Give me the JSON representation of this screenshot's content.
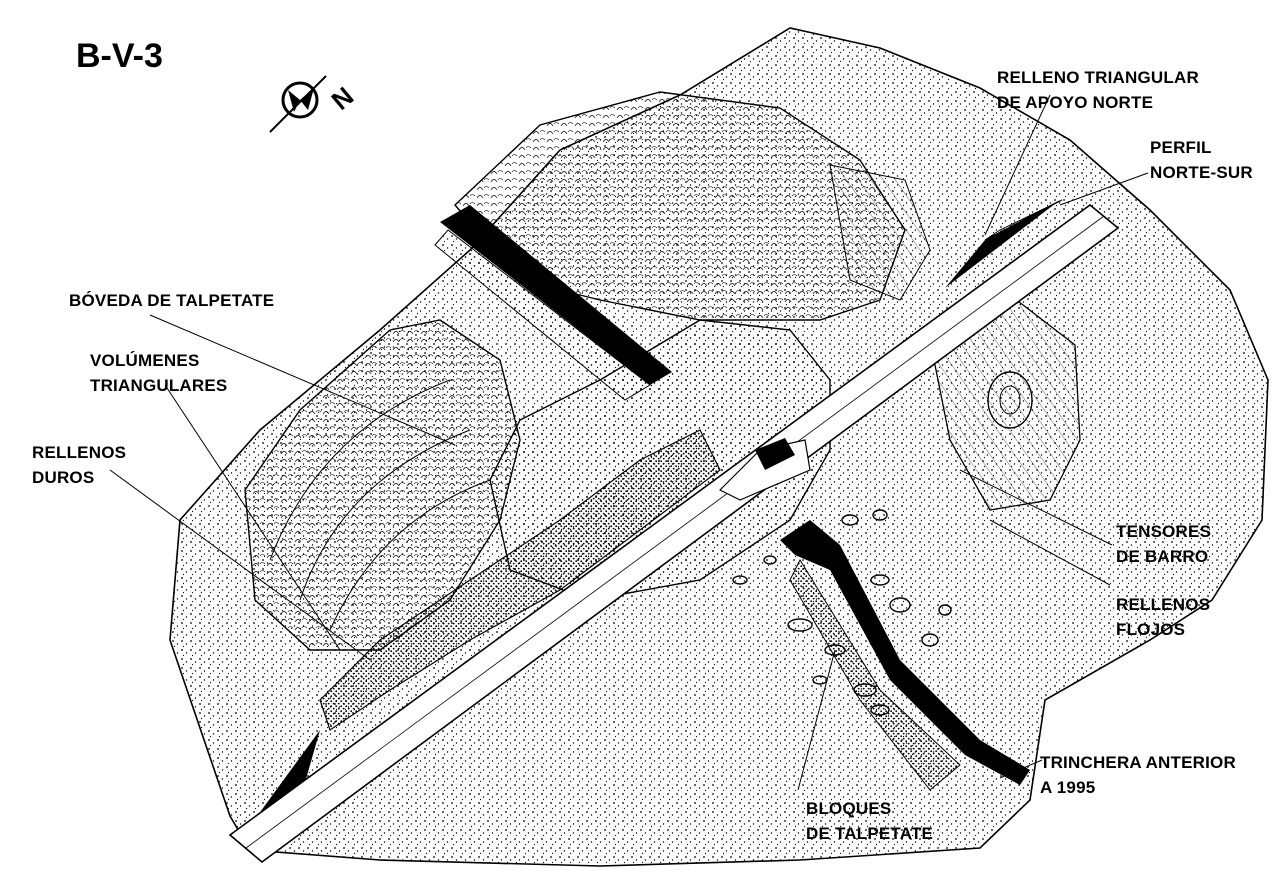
{
  "title": "B-V-3",
  "north_arrow": {
    "letter": "N",
    "icon": "north-arrow-icon"
  },
  "labels": {
    "relleno_triangular": [
      "RELLENO TRIANGULAR",
      "DE APOYO NORTE"
    ],
    "perfil": [
      "PERFIL",
      "NORTE-SUR"
    ],
    "boveda": [
      "BÓVEDA DE TALPETATE"
    ],
    "volumenes": [
      "VOLÚMENES",
      "TRIANGULARES"
    ],
    "rellenos_duros": [
      "RELLENOS",
      "DUROS"
    ],
    "tensores": [
      "TENSORES",
      "DE BARRO"
    ],
    "rellenos_flojos": [
      "RELLENOS",
      "FLOJOS"
    ],
    "trinchera": [
      "TRINCHERA ANTERIOR",
      "A 1995"
    ],
    "bloques": [
      "BLOQUES",
      "DE TALPETATE"
    ]
  },
  "colors": {
    "ink": "#000000",
    "paper": "#ffffff"
  }
}
